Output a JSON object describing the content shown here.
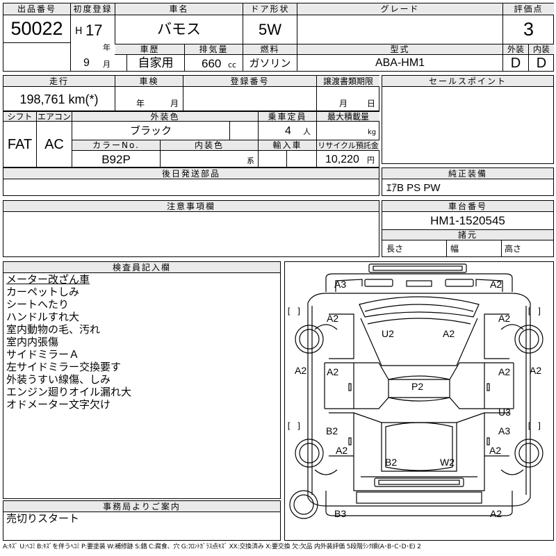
{
  "header": {
    "lot_label": "出品番号",
    "lot_number": "50022",
    "first_reg_label": "初度登録",
    "era": "H",
    "year": "17",
    "year_unit": "年",
    "month": "9",
    "month_unit": "月",
    "car_name_label": "車名",
    "car_name": "バモス",
    "door_label": "ドア形状",
    "door_value": "5W",
    "grade_label": "グレード",
    "grade_value": "",
    "score_label": "評価点",
    "score_value": "3",
    "history_label": "車歴",
    "history_value": "自家用",
    "displacement_label": "排気量",
    "displacement_value": "660",
    "displacement_unit": "cc",
    "fuel_label": "燃料",
    "fuel_value": "ガソリン",
    "model_label": "型式",
    "model_value": "ABA-HM1",
    "exterior_label": "外装",
    "exterior_value": "D",
    "interior_label": "内装",
    "interior_value": "D"
  },
  "row2": {
    "mileage_label": "走行",
    "mileage_value": "198,761 km(*)",
    "inspection_label": "車検",
    "inspection_year": "年",
    "inspection_month": "月",
    "plate_label": "登録番号",
    "plate_value": "",
    "transfer_label": "譲渡書類期限",
    "transfer_month": "月",
    "transfer_day": "日",
    "sales_label": "セールスポイント"
  },
  "row3": {
    "shift_label": "シフト",
    "shift_value": "FAT",
    "aircon_label": "エアコン",
    "aircon_value": "AC",
    "color_label": "外装色",
    "color_value": "ブラック",
    "capacity_label": "乗車定員",
    "capacity_value": "4",
    "capacity_unit": "人",
    "load_label": "最大積載量",
    "load_value": "",
    "load_unit": "kg",
    "color_no_label": "カラーNo.",
    "color_no_value": "B92P",
    "int_color_label": "内装色",
    "int_color_value": "",
    "int_color_suffix": "系",
    "import_label": "輸入車",
    "import_value": "",
    "recycle_label": "リサイクル預託金",
    "recycle_value": "10,220",
    "recycle_unit": "円"
  },
  "parts_later_label": "後日発送部品",
  "parts_later_value": "",
  "genuine_label": "純正装備",
  "genuine_value": "ｴｱB PS PW",
  "notes_label": "注意事項欄",
  "notes_value": "",
  "chassis_label": "車台番号",
  "chassis_value": "HM1-1520545",
  "dims": {
    "label": "諸元",
    "length_label": "長さ",
    "width_label": "幅",
    "height_label": "高さ"
  },
  "inspector": {
    "label": "検査員記入欄",
    "lines": [
      "メーター改ざん車",
      "カーペットしみ",
      "シートへたり",
      "ハンドルすれ大",
      "室内動物の毛、汚れ",
      "室内内張傷",
      "サイドミラーＡ",
      "左サイドミラー交換要す",
      "外装うすい線傷、しみ",
      "エンジン廻りオイル漏れ大",
      "オドメーター文字欠け"
    ]
  },
  "office": {
    "label": "事務局よりご案内",
    "value": "売切りスタート"
  },
  "diagram": {
    "bracket": "[ ]",
    "marks": [
      "A3",
      "A2",
      "A2",
      "U2",
      "A2",
      "A2",
      "A2",
      "A2",
      "A2",
      "A2",
      "P2",
      "U3",
      "B2",
      "A3",
      "A2",
      "B2",
      "W2",
      "A2",
      "B3",
      "A2"
    ]
  },
  "legend": "A:ｷｽﾞ U:ﾍｺﾐ B:ｷｽﾞを伴うﾍｺﾐ P:要塗装 W:補修跡 S:錆 C:腐食、穴 G:ﾌﾛﾝﾄｶﾞﾗｽ点ｷｽﾞ XX:交換済み X:要交換 欠:欠品 内外装評価 5段階ﾗﾝｸ順(A･B･C･D･E) 2"
}
